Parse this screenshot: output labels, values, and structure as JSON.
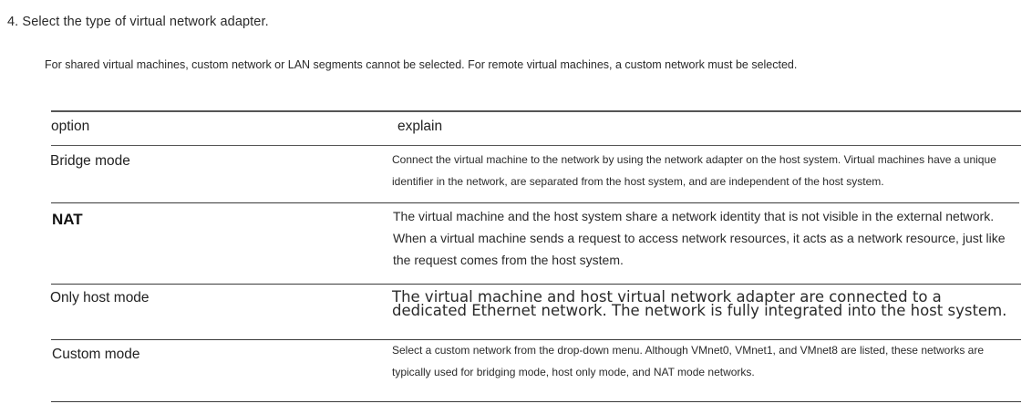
{
  "step": {
    "heading": "4. Select the type of virtual network adapter."
  },
  "intro": {
    "note": "For shared virtual machines, custom network or LAN segments cannot be selected. For remote virtual machines, a custom network must be selected."
  },
  "table": {
    "headers": {
      "option": "option",
      "explain": "explain"
    },
    "rows": [
      {
        "option": "Bridge mode",
        "explain": "Connect the virtual machine to the network by using the network adapter on the host system. Virtual machines have a unique identifier in the network, are separated from the host system, and are independent of the host system."
      },
      {
        "option": "NAT",
        "explain": "The virtual machine and the host system share a network identity that is not visible in the external network. When a virtual machine sends a request to access network resources, it acts as a network resource, just like the request comes from the host system."
      },
      {
        "option": "Only host mode",
        "explain": "The virtual machine and host virtual network adapter are connected to a dedicated Ethernet network. The network is fully integrated into the host system."
      },
      {
        "option": "Custom mode",
        "explain": "Select a custom network from the drop-down menu. Although VMnet0, VMnet1, and VMnet8 are listed, these networks are typically used for bridging mode, host only mode, and NAT mode networks."
      }
    ]
  }
}
